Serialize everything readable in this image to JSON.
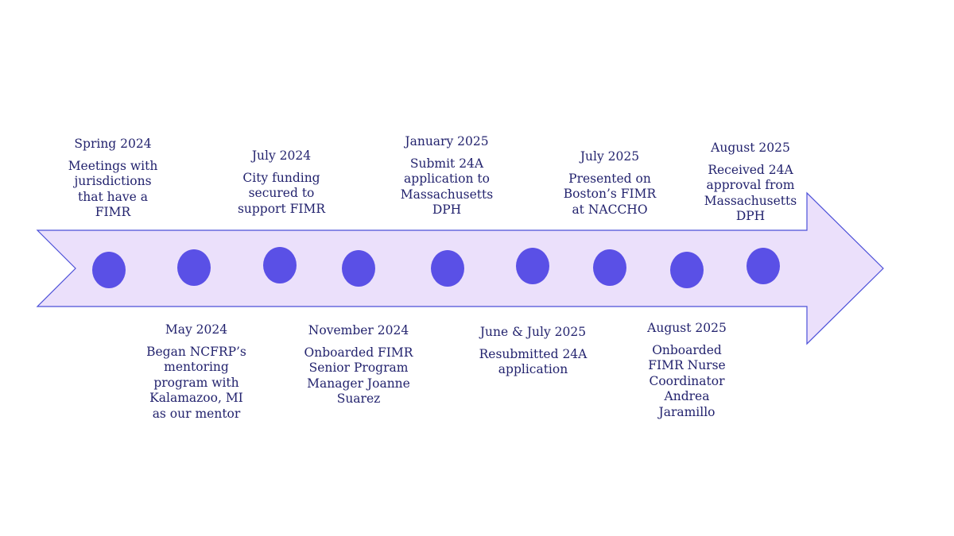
{
  "colors": {
    "arrow_fill": "#ebe0fb",
    "arrow_stroke": "#4b4fd8",
    "dot": "#5a50e6",
    "text": "#23236e"
  },
  "timeline": {
    "events": [
      {
        "date": "Spring 2024",
        "description": "Meetings with\njurisdictions\nthat have a\nFIMR"
      },
      {
        "date": "May 2024",
        "description": "Began NCFRP’s\nmentoring\nprogram with\nKalamazoo, MI\nas our mentor"
      },
      {
        "date": "July 2024",
        "description": "City funding\nsecured to\nsupport FIMR"
      },
      {
        "date": "November 2024",
        "description": "Onboarded FIMR\nSenior Program\nManager Joanne\nSuarez"
      },
      {
        "date": "January 2025",
        "description": "Submit 24A\napplication to\nMassachusetts\nDPH"
      },
      {
        "date": "June & July 2025",
        "description": "Resubmitted 24A\napplication"
      },
      {
        "date": "July 2025",
        "description": "Presented on\nBoston’s FIMR\nat NACCHO"
      },
      {
        "date": "August 2025",
        "description": "Onboarded\nFIMR Nurse\nCoordinator\nAndrea\nJaramillo"
      },
      {
        "date": "August 2025",
        "description": "Received 24A\napproval from\nMassachusetts\nDPH"
      }
    ]
  }
}
